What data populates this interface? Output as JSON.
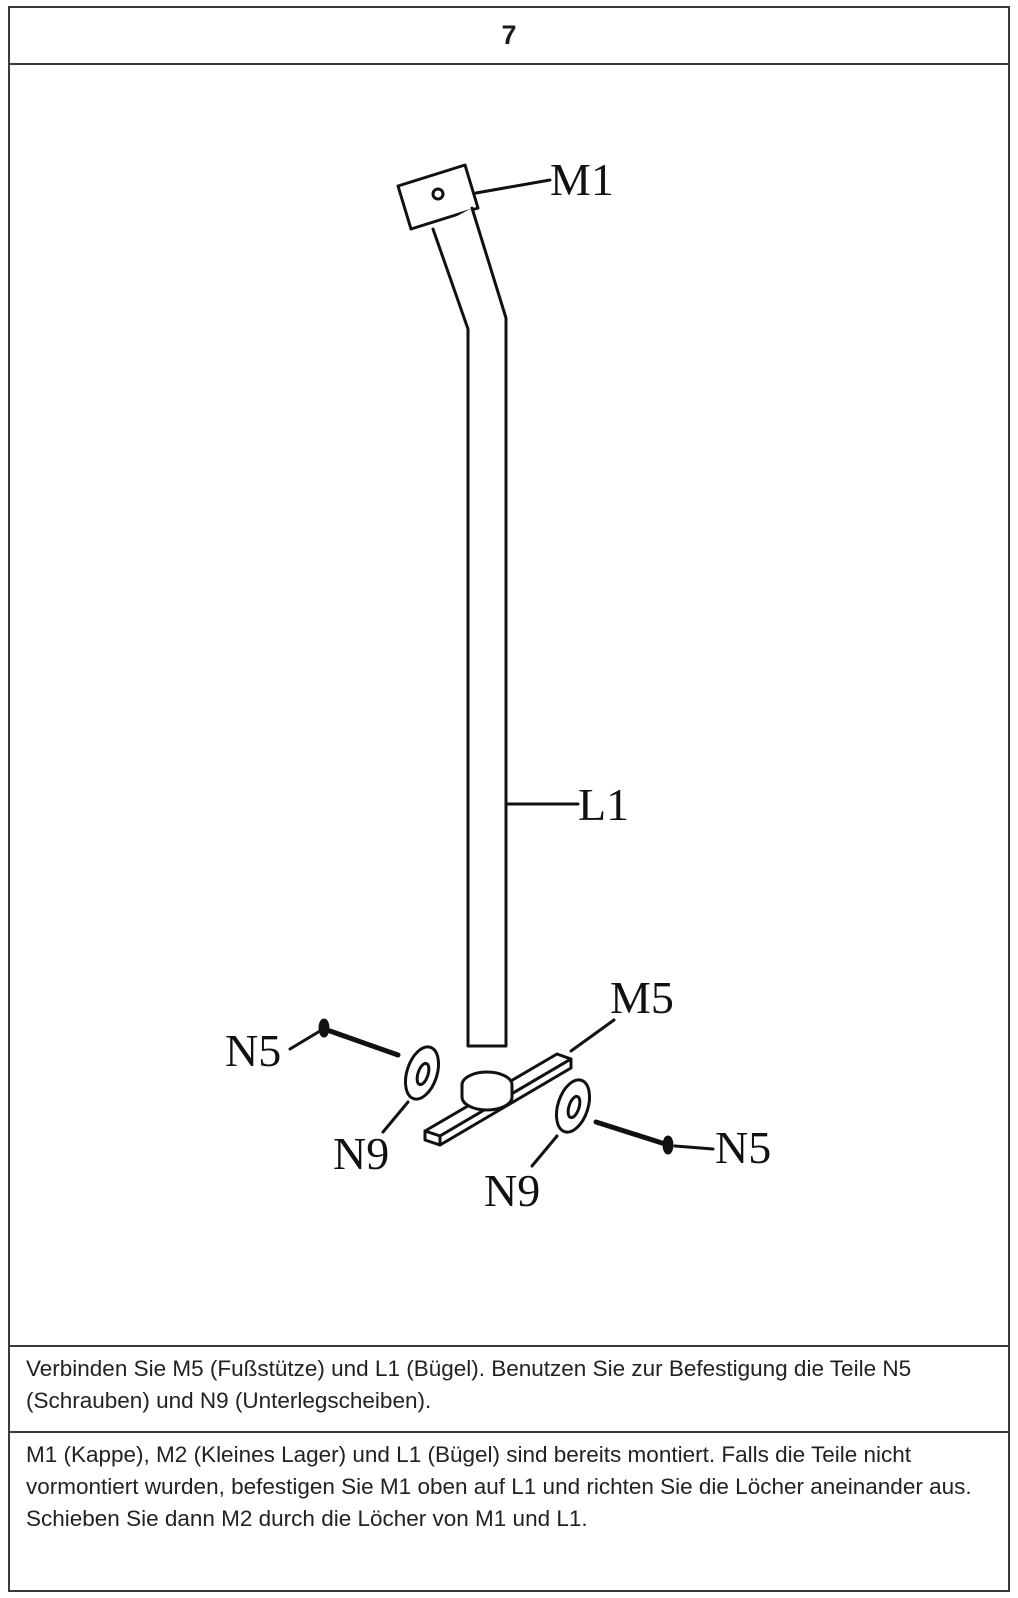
{
  "step": {
    "number": "7"
  },
  "diagram": {
    "labels": {
      "m1": "M1",
      "l1": "L1",
      "m5": "M5",
      "n5_left": "N5",
      "n5_right": "N5",
      "n9_left": "N9",
      "n9_right": "N9"
    }
  },
  "instructions": {
    "main": "Verbinden Sie M5 (Fußstütze) und L1 (Bügel). Benutzen Sie zur Befestigung die Teile N5 (Schrauben) und N9 (Unterlegscheiben).",
    "note": "M1 (Kappe), M2 (Kleines Lager) und L1 (Bügel) sind bereits montiert. Falls die Teile nicht vormontiert wurden, befestigen Sie M1 oben auf L1 und richten Sie die Löcher aneinander aus. Schieben Sie dann M2 durch die Löcher von M1 und L1."
  }
}
